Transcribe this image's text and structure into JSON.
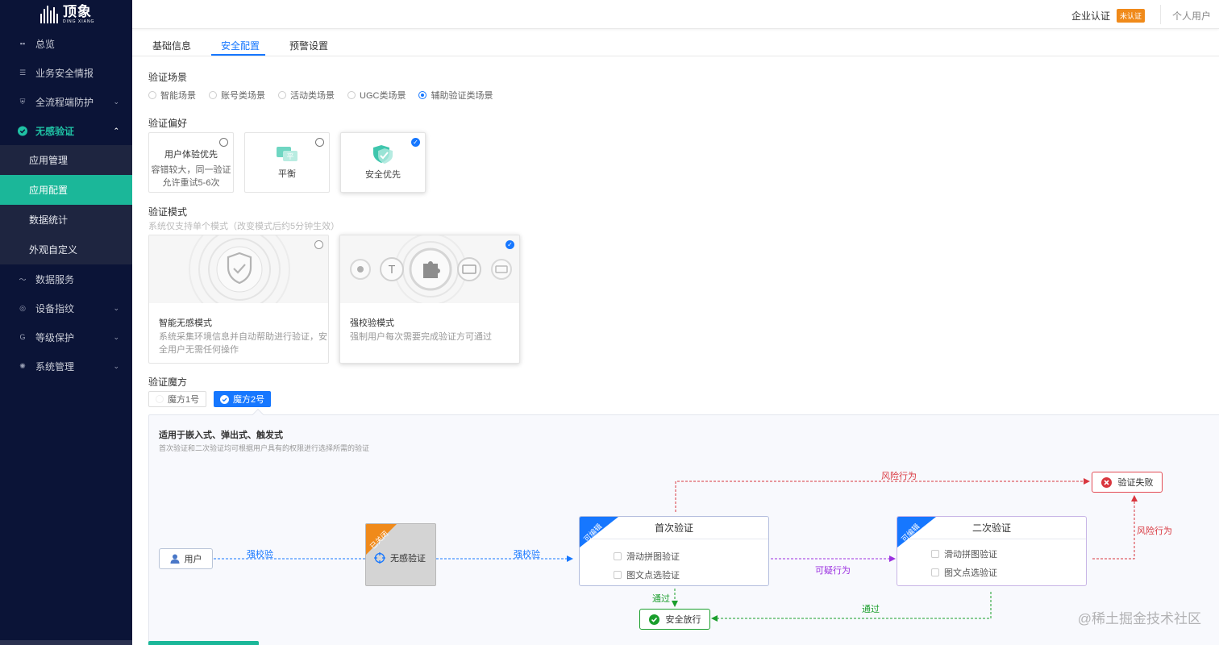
{
  "brand": {
    "name": "顶象",
    "sub": "DING XIANG"
  },
  "sidebar": {
    "items": [
      {
        "label": "总览",
        "icon": "dashboard-icon",
        "chevron": false
      },
      {
        "label": "业务安全情报",
        "icon": "intel-icon",
        "chevron": false
      },
      {
        "label": "全流程端防护",
        "icon": "shield-icon",
        "chevron": true
      },
      {
        "label": "无感验证",
        "icon": "check-circle-icon",
        "chevron": true,
        "active": true
      }
    ],
    "submenu": [
      "应用管理",
      "应用配置",
      "数据统计",
      "外观自定义"
    ],
    "submenu_active": "应用配置",
    "items_after": [
      {
        "label": "数据服务",
        "icon": "chart-icon"
      },
      {
        "label": "设备指纹",
        "icon": "fingerprint-icon"
      },
      {
        "label": "等级保护",
        "icon": "level-icon"
      },
      {
        "label": "系统管理",
        "icon": "settings-icon"
      }
    ]
  },
  "topbar": {
    "enterprise_label": "企业认证",
    "enterprise_badge": "未认证",
    "user_type": "个人用户"
  },
  "tabs": [
    {
      "label": "基础信息",
      "active": false
    },
    {
      "label": "安全配置",
      "active": true
    },
    {
      "label": "预警设置",
      "active": false
    }
  ],
  "scenario": {
    "label": "验证场景",
    "options": [
      "智能场景",
      "账号类场景",
      "活动类场景",
      "UGC类场景",
      "辅助验证类场景"
    ],
    "selected": "辅助验证类场景"
  },
  "preference": {
    "label": "验证偏好",
    "cards": [
      {
        "title": "用户体验优先",
        "desc1": "容错较大，同一验证",
        "desc2": "允许重试5-6次",
        "selected": false
      },
      {
        "title": "平衡",
        "icon_text": "平",
        "selected": false
      },
      {
        "title": "安全优先",
        "selected": true
      }
    ]
  },
  "mode": {
    "label": "验证模式",
    "hint": "系统仅支持单个模式（改变模式后约5分钟生效）",
    "cards": [
      {
        "title": "智能无感模式",
        "desc": "系统采集环境信息并自动帮助进行验证，安全用户无需任何操作",
        "selected": false
      },
      {
        "title": "强校验模式",
        "desc": "强制用户每次需要完成验证方可通过",
        "selected": true
      }
    ]
  },
  "cube": {
    "label": "验证魔方",
    "options": [
      "魔方1号",
      "魔方2号"
    ],
    "selected": "魔方2号"
  },
  "panel": {
    "title": "适用于嵌入式、弹出式、触发式",
    "subtitle": "首次验证和二次验证均可根据用户具有的权限进行选择所需的验证"
  },
  "flow": {
    "user": "用户",
    "silent": {
      "label": "无感验证",
      "corner": "已关闭"
    },
    "first": {
      "title": "首次验证",
      "corner": "可编辑",
      "options": [
        "滑动拼图验证",
        "图文点选验证"
      ]
    },
    "second": {
      "title": "二次验证",
      "corner": "可编辑",
      "options": [
        "滑动拼图验证",
        "图文点选验证"
      ]
    },
    "fail": "验证失败",
    "pass": "安全放行",
    "labels": {
      "strong1": "强校验",
      "strong2": "强校验",
      "suspicious": "可疑行为",
      "risk_top": "风险行为",
      "risk_right": "风险行为",
      "pass1": "通过",
      "pass2": "通过"
    },
    "colors": {
      "blue": "#1677ff",
      "purple": "#9b30e0",
      "red": "#d9363e",
      "green": "#1a9e2c"
    }
  },
  "watermark": "@稀土掘金技术社区"
}
